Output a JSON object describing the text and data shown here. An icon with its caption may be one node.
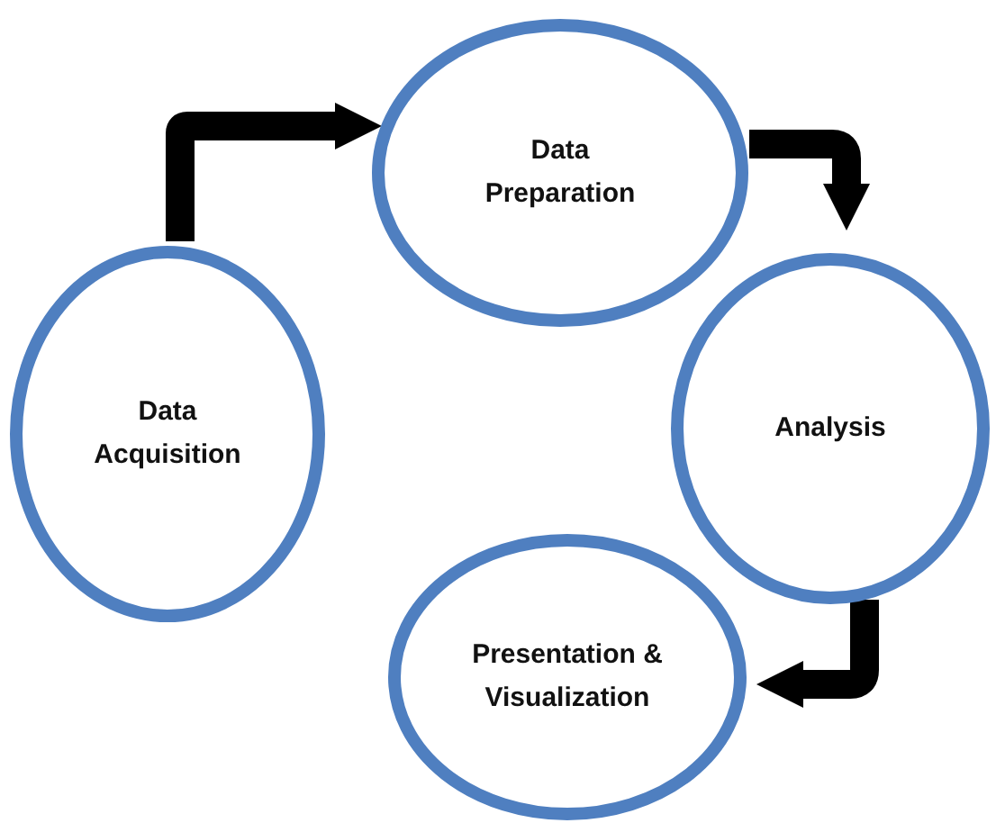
{
  "diagram": {
    "nodes": [
      {
        "text": [
          "Data Preparation"
        ]
      },
      {
        "text": [
          "Analysis"
        ]
      },
      {
        "text": [
          "Presentation & Visualization"
        ]
      },
      {
        "text": [
          "Data Acquisition"
        ]
      }
    ],
    "edges": [
      {
        "from": 3,
        "to": 0,
        "arrow": "to"
      },
      {
        "from": 0,
        "to": 1,
        "arrow": "to"
      },
      {
        "from": 1,
        "to": 2,
        "arrow": "to"
      }
    ]
  }
}
